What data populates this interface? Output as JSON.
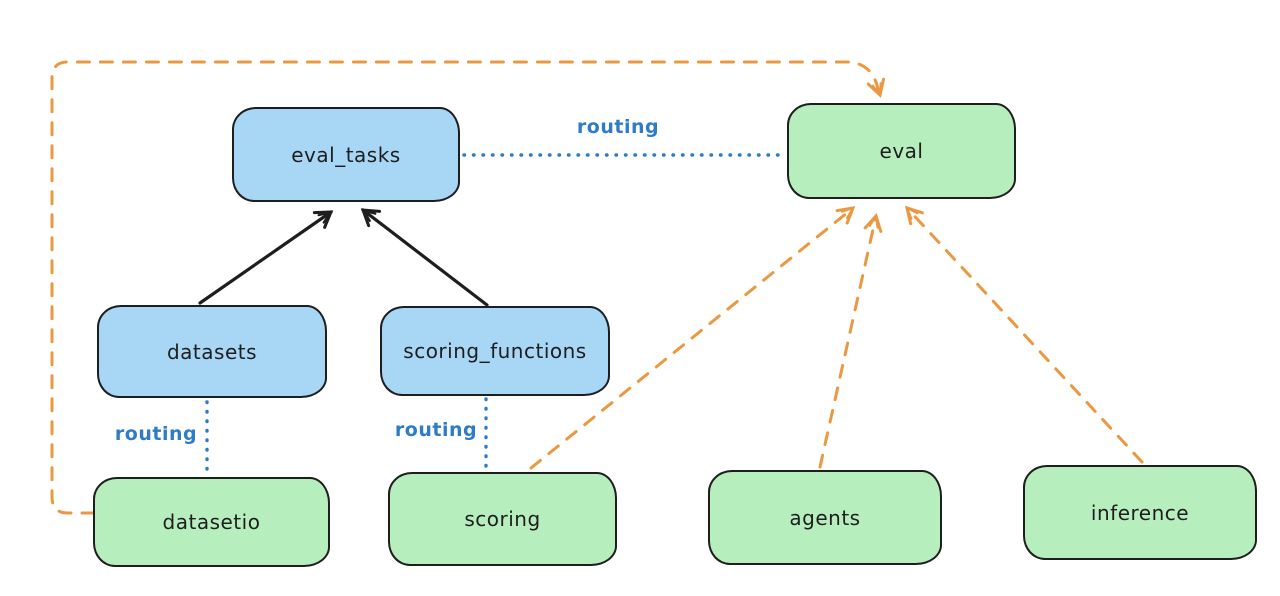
{
  "diagram": {
    "nodes": [
      {
        "id": "eval_tasks",
        "label": "eval_tasks",
        "kind": "resource",
        "fill": "blue"
      },
      {
        "id": "eval",
        "label": "eval",
        "kind": "api",
        "fill": "green"
      },
      {
        "id": "datasets",
        "label": "datasets",
        "kind": "resource",
        "fill": "blue"
      },
      {
        "id": "scoring_functions",
        "label": "scoring_functions",
        "kind": "resource",
        "fill": "blue"
      },
      {
        "id": "datasetio",
        "label": "datasetio",
        "kind": "api",
        "fill": "green"
      },
      {
        "id": "scoring",
        "label": "scoring",
        "kind": "api",
        "fill": "green"
      },
      {
        "id": "agents",
        "label": "agents",
        "kind": "api",
        "fill": "green"
      },
      {
        "id": "inference",
        "label": "inference",
        "kind": "api",
        "fill": "green"
      }
    ],
    "edges": [
      {
        "from": "datasets",
        "to": "eval_tasks",
        "style": "solid",
        "color": "black",
        "label": ""
      },
      {
        "from": "scoring_functions",
        "to": "eval_tasks",
        "style": "solid",
        "color": "black",
        "label": ""
      },
      {
        "from": "eval_tasks",
        "to": "eval",
        "style": "dotted",
        "color": "blue",
        "label": "routing"
      },
      {
        "from": "datasets",
        "to": "datasetio",
        "style": "dotted",
        "color": "blue",
        "label": "routing"
      },
      {
        "from": "scoring_functions",
        "to": "scoring",
        "style": "dotted",
        "color": "blue",
        "label": "routing"
      },
      {
        "from": "datasetio",
        "to": "eval",
        "style": "dashed",
        "color": "orange",
        "label": ""
      },
      {
        "from": "scoring",
        "to": "eval",
        "style": "dashed",
        "color": "orange",
        "label": ""
      },
      {
        "from": "agents",
        "to": "eval",
        "style": "dashed",
        "color": "orange",
        "label": ""
      },
      {
        "from": "inference",
        "to": "eval",
        "style": "dashed",
        "color": "orange",
        "label": ""
      }
    ],
    "colors": {
      "blue_fill": "#a8d6f5",
      "green_fill": "#b7eebe",
      "stroke": "#1e1e1e",
      "orange": "#ea9841",
      "routing_blue": "#2e7cc9",
      "bg": "#ffffff"
    }
  }
}
